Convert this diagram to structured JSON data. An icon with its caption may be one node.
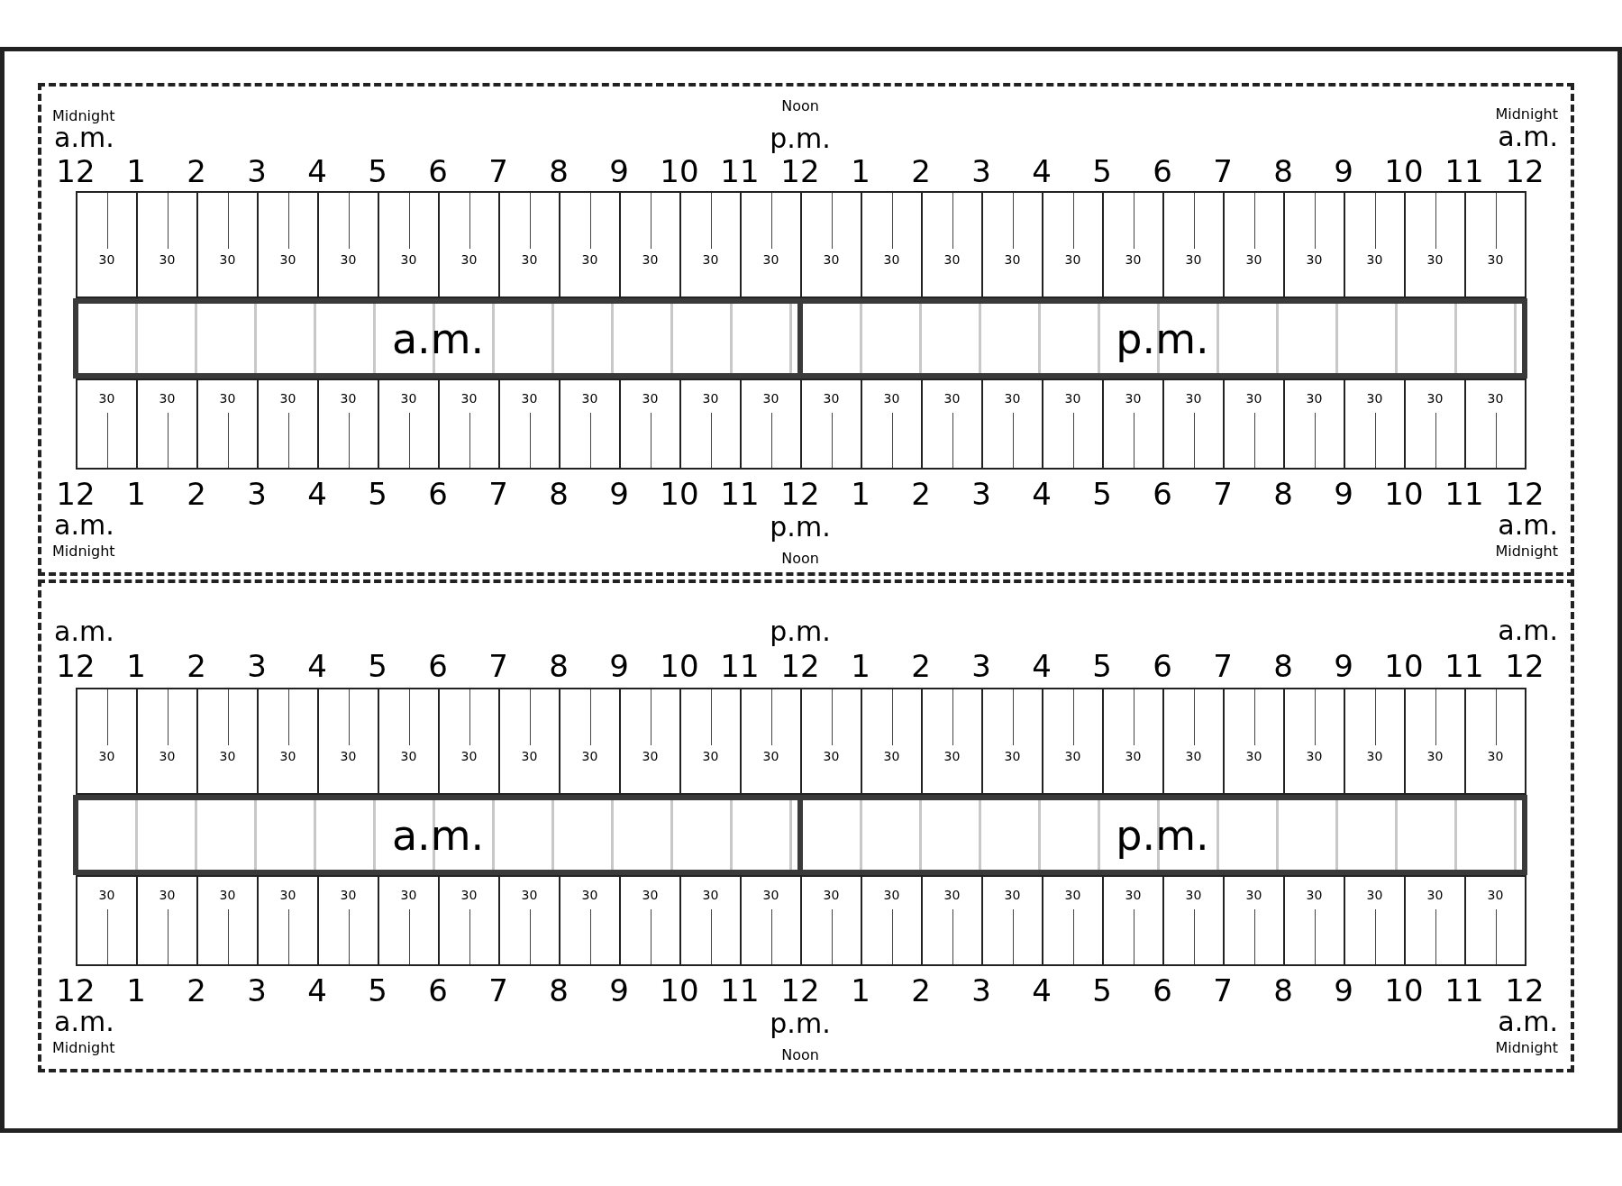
{
  "diagram": {
    "nodes": [
      {
        "text": [],
        "shape": "box"
      },
      {
        "text": [
          "30"
        ],
        "in": 0
      },
      {
        "text": [
          "30"
        ],
        "in": 0
      },
      {
        "text": [
          "30"
        ],
        "in": 0
      },
      {
        "text": [
          "30"
        ],
        "in": 0
      },
      {
        "text": [
          "30"
        ],
        "in": 0
      },
      {
        "text": [
          "30"
        ],
        "in": 0
      },
      {
        "text": [
          "30"
        ],
        "in": 0
      },
      {
        "text": [
          "30"
        ],
        "in": 0
      },
      {
        "text": [
          "30"
        ],
        "in": 0
      },
      {
        "text": [
          "30"
        ],
        "in": 0
      },
      {
        "text": [
          "30"
        ],
        "in": 0
      },
      {
        "text": [
          "30"
        ],
        "in": 0
      },
      {
        "text": [
          "30"
        ],
        "in": 0
      },
      {
        "text": [
          "30"
        ],
        "in": 0
      },
      {
        "text": [
          "30"
        ],
        "in": 0
      },
      {
        "text": [
          "30"
        ],
        "in": 0
      },
      {
        "text": [
          "30"
        ],
        "in": 0
      },
      {
        "text": [
          "30"
        ],
        "in": 0
      },
      {
        "text": [
          "30"
        ],
        "in": 0
      },
      {
        "text": [
          "30"
        ],
        "in": 0
      },
      {
        "text": [
          "30"
        ],
        "in": 0
      },
      {
        "text": [
          "30"
        ],
        "in": 0
      },
      {
        "text": [
          "30"
        ],
        "in": 0
      },
      {
        "text": [
          "30"
        ],
        "in": 0
      },
      {
        "text": [
          "a.m."
        ],
        "in": 0
      },
      {
        "text": [
          "p.m."
        ],
        "in": 0
      },
      {
        "text": [
          "30"
        ],
        "in": 0
      },
      {
        "text": [
          "30"
        ],
        "in": 0
      },
      {
        "text": [
          "30"
        ],
        "in": 0
      },
      {
        "text": [
          "30"
        ],
        "in": 0
      },
      {
        "text": [
          "30"
        ],
        "in": 0
      },
      {
        "text": [
          "30"
        ],
        "in": 0
      },
      {
        "text": [
          "30"
        ],
        "in": 0
      },
      {
        "text": [
          "30"
        ],
        "in": 0
      },
      {
        "text": [
          "30"
        ],
        "in": 0
      },
      {
        "text": [
          "30"
        ],
        "in": 0
      },
      {
        "text": [
          "30"
        ],
        "in": 0
      },
      {
        "text": [
          "30"
        ],
        "in": 0
      },
      {
        "text": [
          "30"
        ],
        "in": 0
      },
      {
        "text": [
          "30"
        ],
        "in": 0
      },
      {
        "text": [
          "30"
        ],
        "in": 0
      },
      {
        "text": [
          "30"
        ],
        "in": 0
      },
      {
        "text": [
          "30"
        ],
        "in": 0
      },
      {
        "text": [
          "30"
        ],
        "in": 0
      },
      {
        "text": [
          "30"
        ],
        "in": 0
      },
      {
        "text": [
          "30"
        ],
        "in": 0
      },
      {
        "text": [
          "30"
        ],
        "in": 0
      },
      {
        "text": [
          "30"
        ],
        "in": 0
      },
      {
        "text": [
          "30"
        ],
        "in": 0
      },
      {
        "text": [
          "30"
        ],
        "in": 0
      },
      {
        "text": [],
        "shape": "box"
      },
      {
        "text": [
          "30"
        ],
        "in": 51
      },
      {
        "text": [
          "30"
        ],
        "in": 51
      },
      {
        "text": [
          "30"
        ],
        "in": 51
      },
      {
        "text": [
          "30"
        ],
        "in": 51
      },
      {
        "text": [
          "30"
        ],
        "in": 51
      },
      {
        "text": [
          "30"
        ],
        "in": 51
      },
      {
        "text": [
          "30"
        ],
        "in": 51
      },
      {
        "text": [
          "30"
        ],
        "in": 51
      },
      {
        "text": [
          "30"
        ],
        "in": 51
      },
      {
        "text": [
          "30"
        ],
        "in": 51
      },
      {
        "text": [
          "30"
        ],
        "in": 51
      },
      {
        "text": [
          "30"
        ],
        "in": 51
      },
      {
        "text": [
          "30"
        ],
        "in": 51
      },
      {
        "text": [
          "30"
        ],
        "in": 51
      },
      {
        "text": [
          "30"
        ],
        "in": 51
      },
      {
        "text": [
          "30"
        ],
        "in": 51
      },
      {
        "text": [
          "30"
        ],
        "in": 51
      },
      {
        "text": [
          "30"
        ],
        "in": 51
      },
      {
        "text": [
          "30"
        ],
        "in": 51
      },
      {
        "text": [
          "30"
        ],
        "in": 51
      },
      {
        "text": [
          "30"
        ],
        "in": 51
      },
      {
        "text": [
          "30"
        ],
        "in": 51
      },
      {
        "text": [
          "30"
        ],
        "in": 51
      },
      {
        "text": [
          "30"
        ],
        "in": 51
      },
      {
        "text": [
          "a.m."
        ],
        "in": 51
      },
      {
        "text": [
          "p.m."
        ],
        "in": 51
      },
      {
        "text": [
          "30"
        ],
        "in": 51
      },
      {
        "text": [
          "30"
        ],
        "in": 51
      },
      {
        "text": [
          "30"
        ],
        "in": 51
      },
      {
        "text": [
          "30"
        ],
        "in": 51
      },
      {
        "text": [
          "30"
        ],
        "in": 51
      },
      {
        "text": [
          "30"
        ],
        "in": 51
      },
      {
        "text": [
          "30"
        ],
        "in": 51
      },
      {
        "text": [
          "30"
        ],
        "in": 51
      },
      {
        "text": [
          "30"
        ],
        "in": 51
      },
      {
        "text": [
          "30"
        ],
        "in": 51
      },
      {
        "text": [
          "30"
        ],
        "in": 51
      },
      {
        "text": [
          "30"
        ],
        "in": 51
      },
      {
        "text": [
          "30"
        ],
        "in": 51
      },
      {
        "text": [
          "30"
        ],
        "in": 51
      },
      {
        "text": [
          "30"
        ],
        "in": 51
      },
      {
        "text": [
          "30"
        ],
        "in": 51
      },
      {
        "text": [
          "30"
        ],
        "in": 51
      },
      {
        "text": [
          "30"
        ],
        "in": 51
      },
      {
        "text": [
          "30"
        ],
        "in": 51
      },
      {
        "text": [
          "30"
        ],
        "in": 51
      },
      {
        "text": [
          "30"
        ],
        "in": 51
      },
      {
        "text": [
          "30"
        ],
        "in": 51
      },
      {
        "text": [
          "30"
        ],
        "in": 51
      },
      {
        "text": [
          "30"
        ],
        "in": 51
      }
    ],
    "labels": [
      "Midnight",
      "Noon",
      "Midnight",
      "a.m.",
      "p.m.",
      "a.m.",
      "12",
      "1",
      "2",
      "3",
      "4",
      "5",
      "6",
      "7",
      "8",
      "9",
      "10",
      "11",
      "12",
      "1",
      "2",
      "3",
      "4",
      "5",
      "6",
      "7",
      "8",
      "9",
      "10",
      "11",
      "12",
      "12",
      "1",
      "2",
      "3",
      "4",
      "5",
      "6",
      "7",
      "8",
      "9",
      "10",
      "11",
      "12",
      "1",
      "2",
      "3",
      "4",
      "5",
      "6",
      "7",
      "8",
      "9",
      "10",
      "11",
      "12",
      "a.m.",
      "p.m.",
      "a.m.",
      "Midnight",
      "Noon",
      "Midnight",
      "a.m.",
      "p.m.",
      "a.m.",
      "12",
      "1",
      "2",
      "3",
      "4",
      "5",
      "6",
      "7",
      "8",
      "9",
      "10",
      "11",
      "12",
      "1",
      "2",
      "3",
      "4",
      "5",
      "6",
      "7",
      "8",
      "9",
      "10",
      "11",
      "12",
      "12",
      "1",
      "2",
      "3",
      "4",
      "5",
      "6",
      "7",
      "8",
      "9",
      "10",
      "11",
      "12",
      "1",
      "2",
      "3",
      "4",
      "5",
      "6",
      "7",
      "8",
      "9",
      "10",
      "11",
      "12",
      "a.m.",
      "p.m.",
      "a.m.",
      "Midnight",
      "Noon",
      "Midnight"
    ]
  }
}
